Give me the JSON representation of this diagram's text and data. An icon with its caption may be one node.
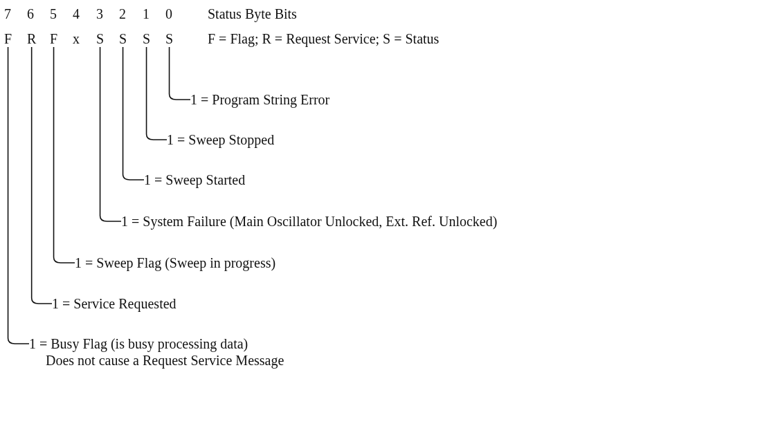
{
  "diagram": {
    "nodes": [
      {
        "text": [
          "F"
        ]
      },
      {
        "text": [
          "R"
        ]
      },
      {
        "text": [
          "F"
        ]
      },
      {
        "text": [
          "S"
        ]
      },
      {
        "text": [
          "S"
        ]
      },
      {
        "text": [
          "S"
        ]
      },
      {
        "text": [
          "S"
        ]
      },
      {
        "text": [
          "1 = Program String Error"
        ]
      },
      {
        "text": [
          "1 = Sweep Stopped"
        ]
      },
      {
        "text": [
          "1 = Sweep Started"
        ]
      },
      {
        "text": [
          "1 = System Failure (Main Oscillator Unlocked, Ext. Ref. Unlocked)"
        ]
      },
      {
        "text": [
          "1 = Sweep Flag (Sweep in progress)"
        ]
      },
      {
        "text": [
          "1 = Service Requested"
        ]
      },
      {
        "text": [
          "1 = Busy Flag (is busy processing data)",
          "Does not cause a Request Service Message"
        ]
      }
    ],
    "edges": [
      {
        "from": 6,
        "to": 7,
        "arrow": "none"
      },
      {
        "from": 5,
        "to": 8,
        "arrow": "none"
      },
      {
        "from": 4,
        "to": 9,
        "arrow": "none"
      },
      {
        "from": 3,
        "to": 10,
        "arrow": "none"
      },
      {
        "from": 2,
        "to": 11,
        "arrow": "none"
      },
      {
        "from": 1,
        "to": 12,
        "arrow": "none"
      },
      {
        "from": 0,
        "to": 13,
        "arrow": "none"
      }
    ],
    "labels": [
      "7",
      "6",
      "5",
      "4",
      "3",
      "2",
      "1",
      "0",
      "Status Byte Bits",
      "x",
      "F = Flag; R = Request Service; S = Status"
    ]
  }
}
